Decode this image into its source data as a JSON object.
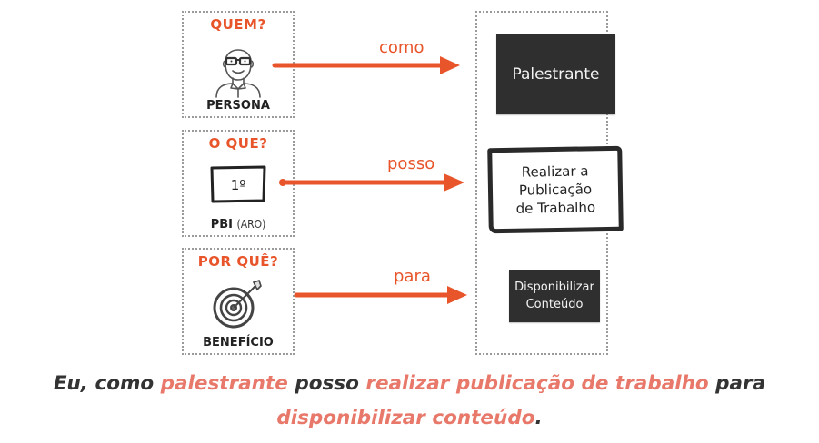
{
  "colors": {
    "accent_orange": "#e8552b",
    "highlight_salmon": "#e8786a",
    "dark_text": "#333333",
    "card_dark": "#2f2f2f",
    "dotted_border": "#9a9a9a"
  },
  "left_boxes": [
    {
      "heading": "QUEM?",
      "icon": "persona-icon",
      "footer_bold": "PERSONA",
      "footer_light": ""
    },
    {
      "heading": "O QUE?",
      "icon": "pbi-card-icon",
      "icon_text": "1º",
      "footer_bold": "PBI",
      "footer_light": "(ARO)"
    },
    {
      "heading": "POR QUÊ?",
      "icon": "target-icon",
      "footer_bold": "BENEFÍCIO",
      "footer_light": ""
    }
  ],
  "arrows": [
    {
      "label": "como"
    },
    {
      "label": "posso"
    },
    {
      "label": "para"
    }
  ],
  "right_cards": [
    {
      "text": "Palestrante",
      "style": "dark"
    },
    {
      "line1": "Realizar a",
      "line2": "Publicação",
      "line3": "de Trabalho",
      "style": "outline"
    },
    {
      "line1": "Disponibilizar",
      "line2": "Conteúdo",
      "style": "dark"
    }
  ],
  "caption": {
    "p1": "Eu, como ",
    "h1": "palestrante",
    "p2": " posso ",
    "h2": "realizar publicação de trabalho",
    "p3": " para",
    "h3": "disponibilizar conteúdo",
    "p4": "."
  }
}
